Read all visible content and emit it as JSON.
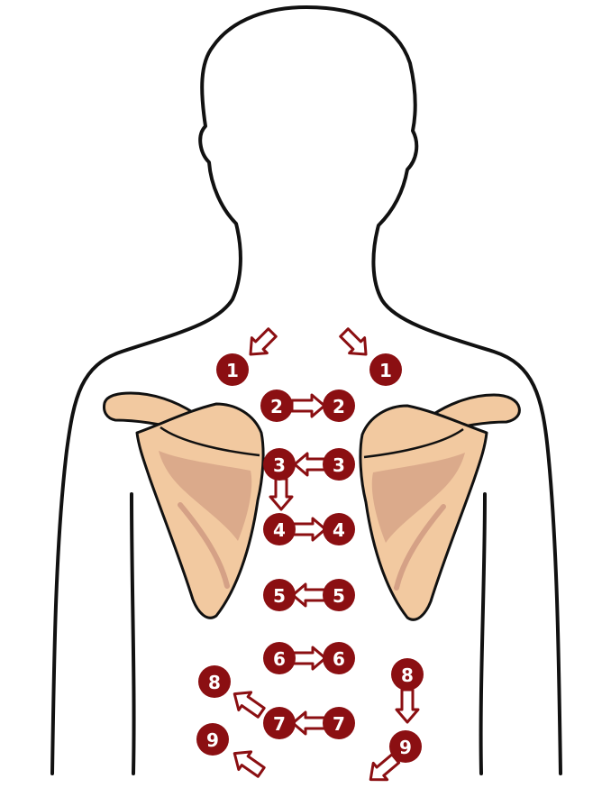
{
  "colors": {
    "outline": "#111111",
    "bone_fill": "#f2c9a0",
    "bone_shadow": "#c9907a",
    "marker": "#8b0f12",
    "arrow_fill": "#ffffff"
  },
  "markers": [
    {
      "id": "m1-left",
      "label": "1"
    },
    {
      "id": "m1-right",
      "label": "1"
    },
    {
      "id": "m2-left",
      "label": "2"
    },
    {
      "id": "m2-right",
      "label": "2"
    },
    {
      "id": "m3-left",
      "label": "3"
    },
    {
      "id": "m3-right",
      "label": "3"
    },
    {
      "id": "m4-left",
      "label": "4"
    },
    {
      "id": "m4-right",
      "label": "4"
    },
    {
      "id": "m5-left",
      "label": "5"
    },
    {
      "id": "m5-right",
      "label": "5"
    },
    {
      "id": "m6-left",
      "label": "6"
    },
    {
      "id": "m6-right",
      "label": "6"
    },
    {
      "id": "m7-left",
      "label": "7"
    },
    {
      "id": "m7-right",
      "label": "7"
    },
    {
      "id": "m8-left",
      "label": "8"
    },
    {
      "id": "m8-right",
      "label": "8"
    },
    {
      "id": "m9-left",
      "label": "9"
    },
    {
      "id": "m9-right",
      "label": "9"
    }
  ],
  "arrow_icons": [
    "arrow-right-icon",
    "arrow-left-icon",
    "arrow-down-icon",
    "arrow-down-left-icon",
    "arrow-down-right-icon",
    "arrow-up-left-icon"
  ]
}
